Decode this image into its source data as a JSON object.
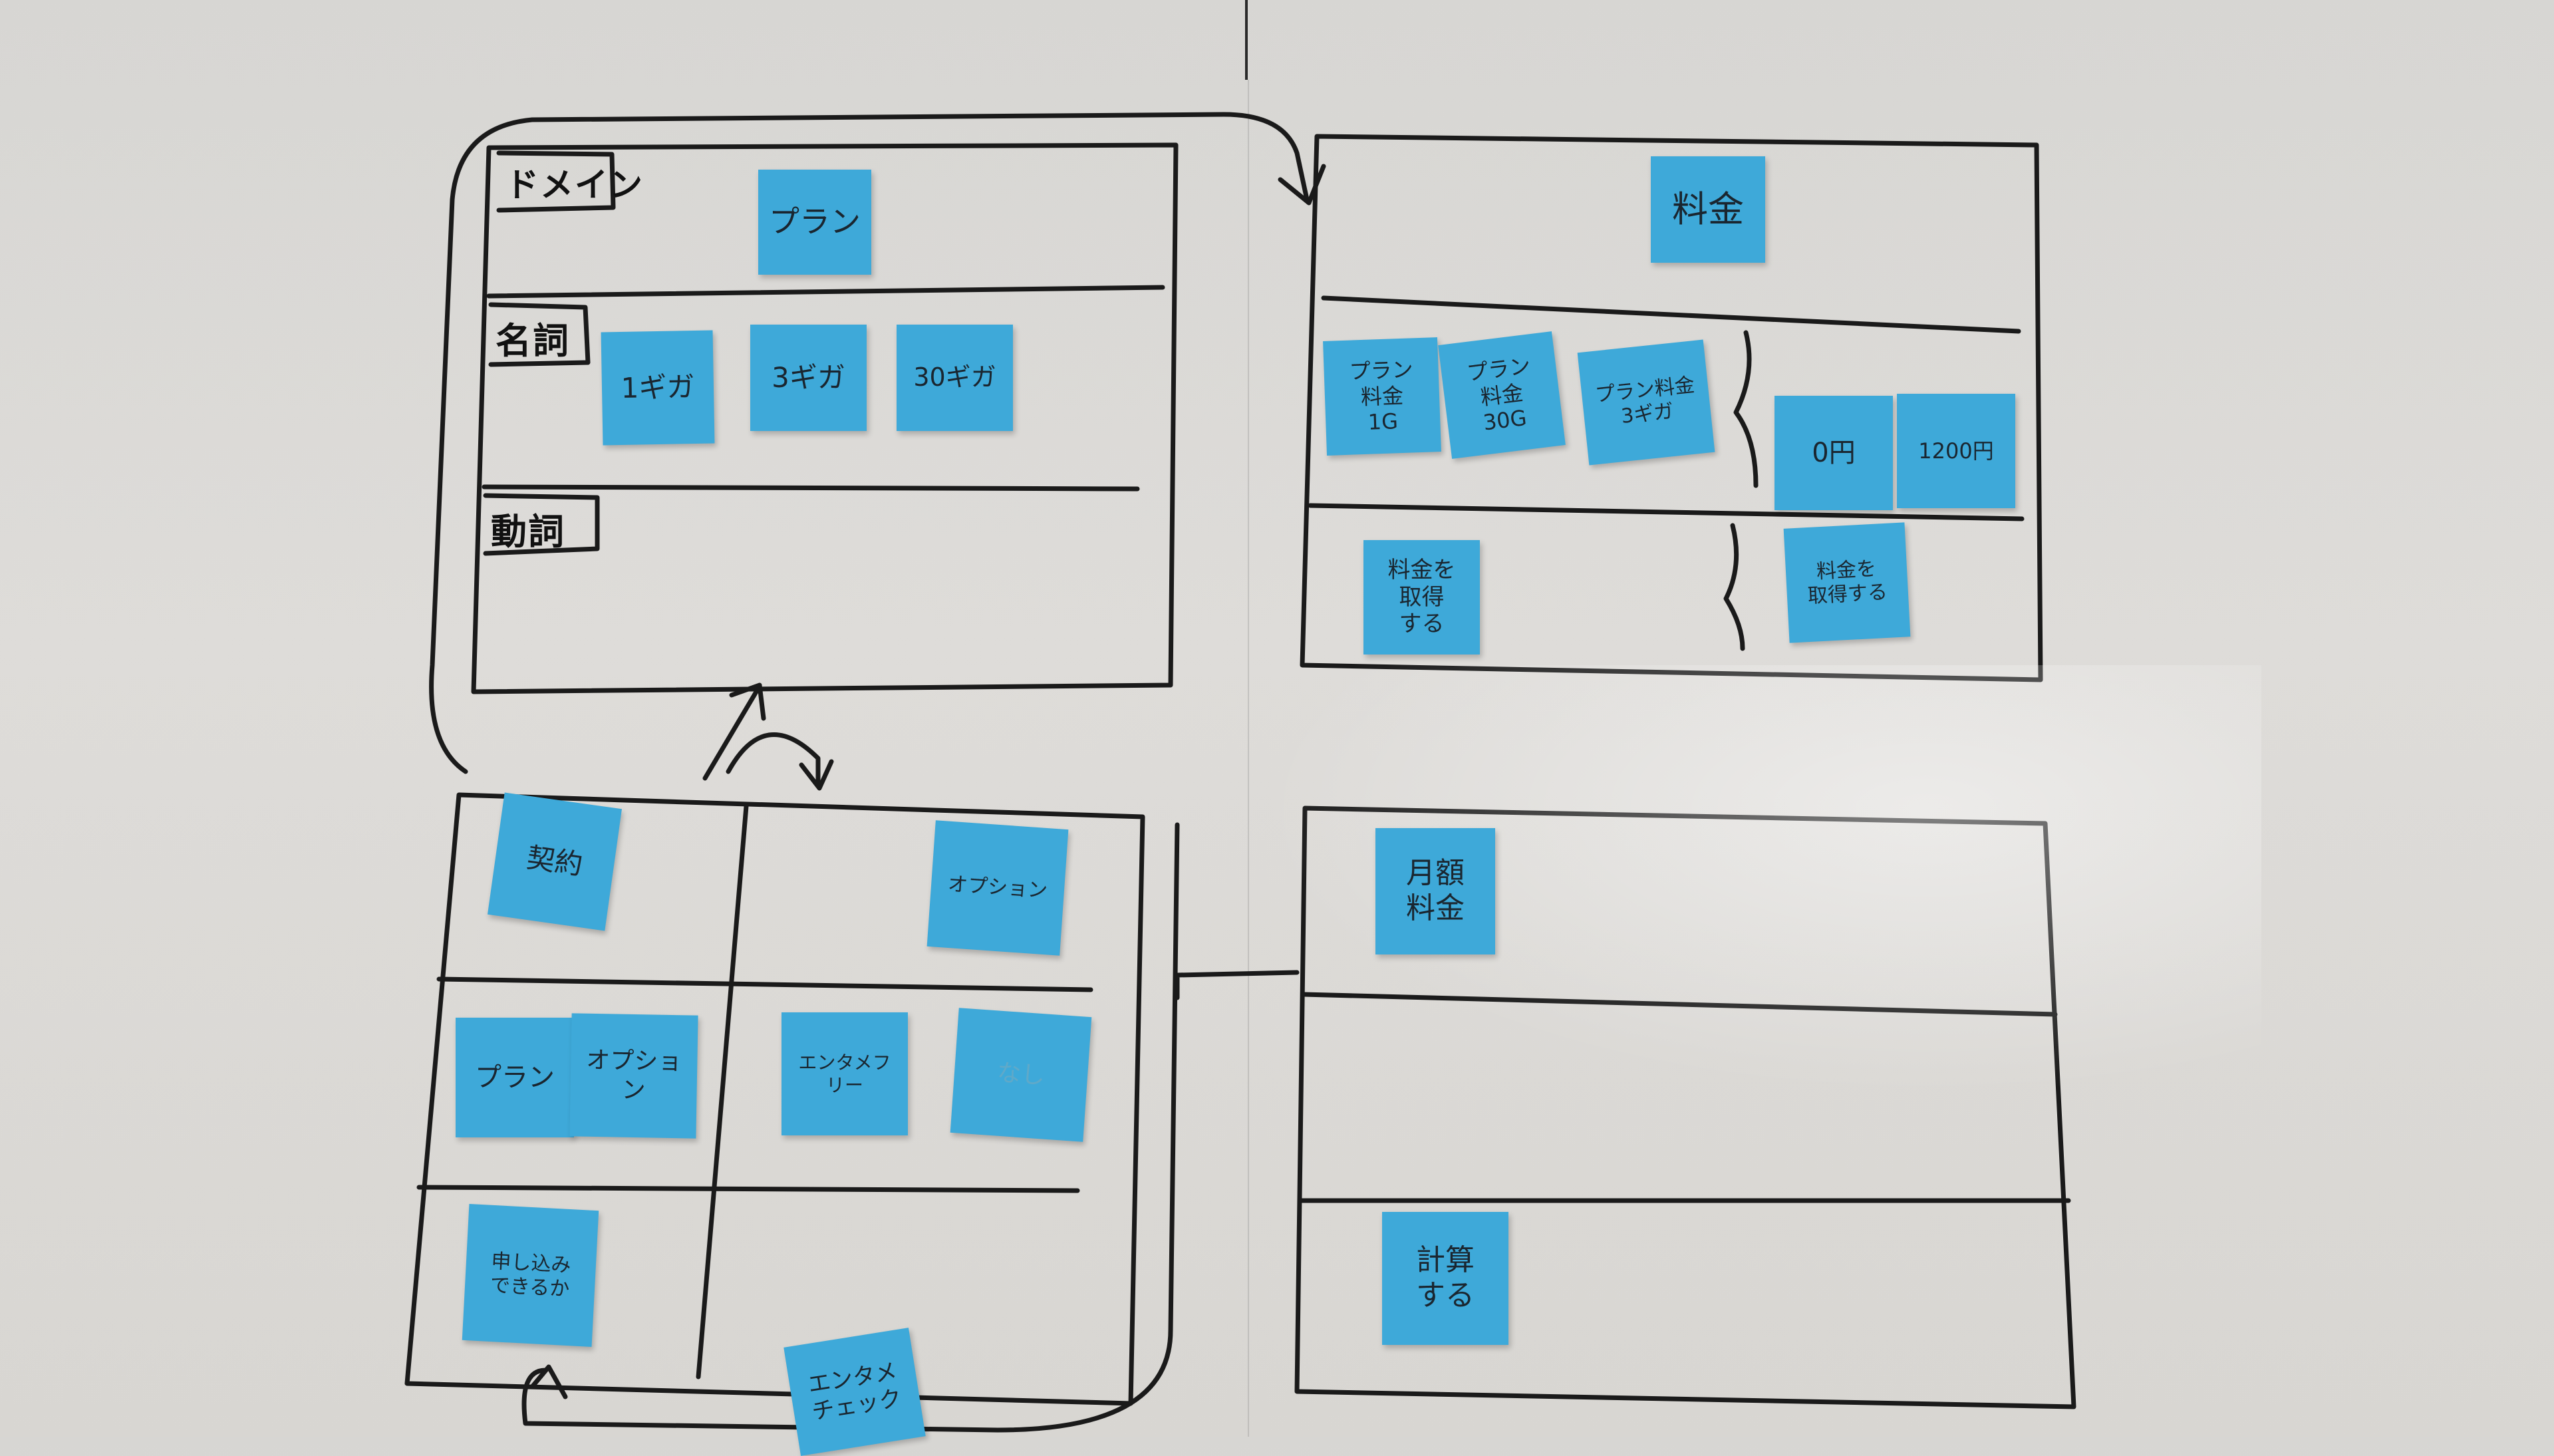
{
  "board": {
    "row_labels": {
      "domain": "ドメイン",
      "noun": "名詞",
      "verb": "動詞"
    },
    "notes": {
      "plan_top": "プラン",
      "giga_1": "1ギガ",
      "giga_3": "3ギガ",
      "giga_30": "30ギガ",
      "price_top": "料金",
      "plan_price_1g": "プラン\n料金\n1G",
      "plan_price_30g": "プラン\n料金\n30G",
      "plan_price_3g": "プラン料金\n3ギガ",
      "yen_0": "0円",
      "yen_1200": "1200円",
      "get_price_left": "料金を\n取得\nする",
      "get_price_right": "料金を\n取得する",
      "contract": "契約",
      "option_top": "オプション",
      "plan_bottom": "プラン",
      "option_bottom": "オプション",
      "entame_free": "エンタメフリー",
      "faded": "なし",
      "apply_possible": "申し込み\nできるか",
      "entame_check": "エンタメ\nチェック",
      "monthly_price": "月額\n料金",
      "calculate": "計算\nする"
    }
  },
  "colors": {
    "note": "#3ea9d9",
    "ink": "#1a1a1a",
    "board": "#dcdad7"
  }
}
